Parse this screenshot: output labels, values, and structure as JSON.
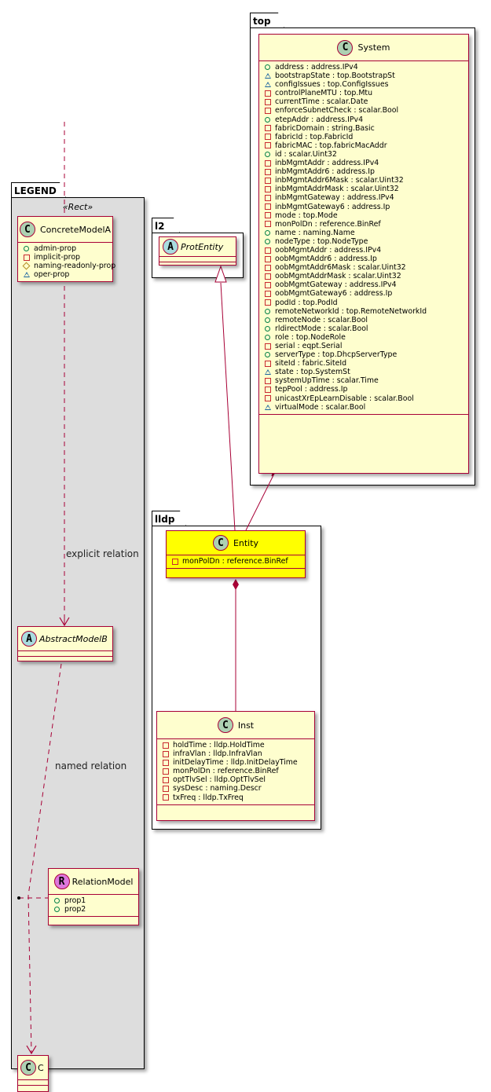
{
  "packages": {
    "top": {
      "name": "top"
    },
    "legend": {
      "name": "LEGEND",
      "stereotype": "«Rect»"
    },
    "l2": {
      "name": "l2"
    },
    "lldp": {
      "name": "lldp"
    }
  },
  "classes": {
    "system": {
      "badge": "C",
      "name": "System",
      "attributes": [
        {
          "vis": "pub",
          "text": "address : address.IPv4"
        },
        {
          "vis": "pkgv",
          "text": "bootstrapState : top.BootstrapSt"
        },
        {
          "vis": "pkgv",
          "text": "configIssues : top.ConfigIssues"
        },
        {
          "vis": "priv",
          "text": "controlPlaneMTU : top.Mtu"
        },
        {
          "vis": "priv",
          "text": "currentTime : scalar.Date"
        },
        {
          "vis": "priv",
          "text": "enforceSubnetCheck : scalar.Bool"
        },
        {
          "vis": "pub",
          "text": "etepAddr : address.IPv4"
        },
        {
          "vis": "priv",
          "text": "fabricDomain : string.Basic"
        },
        {
          "vis": "priv",
          "text": "fabricId : top.FabricId"
        },
        {
          "vis": "priv",
          "text": "fabricMAC : top.fabricMacAddr"
        },
        {
          "vis": "pub",
          "text": "id : scalar.Uint32"
        },
        {
          "vis": "priv",
          "text": "inbMgmtAddr : address.IPv4"
        },
        {
          "vis": "priv",
          "text": "inbMgmtAddr6 : address.Ip"
        },
        {
          "vis": "priv",
          "text": "inbMgmtAddr6Mask : scalar.Uint32"
        },
        {
          "vis": "priv",
          "text": "inbMgmtAddrMask : scalar.Uint32"
        },
        {
          "vis": "priv",
          "text": "inbMgmtGateway : address.IPv4"
        },
        {
          "vis": "priv",
          "text": "inbMgmtGateway6 : address.Ip"
        },
        {
          "vis": "priv",
          "text": "mode : top.Mode"
        },
        {
          "vis": "priv",
          "text": "monPolDn : reference.BinRef"
        },
        {
          "vis": "pub",
          "text": "name : naming.Name"
        },
        {
          "vis": "pub",
          "text": "nodeType : top.NodeType"
        },
        {
          "vis": "priv",
          "text": "oobMgmtAddr : address.IPv4"
        },
        {
          "vis": "priv",
          "text": "oobMgmtAddr6 : address.Ip"
        },
        {
          "vis": "priv",
          "text": "oobMgmtAddr6Mask : scalar.Uint32"
        },
        {
          "vis": "priv",
          "text": "oobMgmtAddrMask : scalar.Uint32"
        },
        {
          "vis": "priv",
          "text": "oobMgmtGateway : address.IPv4"
        },
        {
          "vis": "priv",
          "text": "oobMgmtGateway6 : address.Ip"
        },
        {
          "vis": "priv",
          "text": "podId : top.PodId"
        },
        {
          "vis": "pub",
          "text": "remoteNetworkId : top.RemoteNetworkId"
        },
        {
          "vis": "pub",
          "text": "remoteNode : scalar.Bool"
        },
        {
          "vis": "pub",
          "text": "rldirectMode : scalar.Bool"
        },
        {
          "vis": "pub",
          "text": "role : top.NodeRole"
        },
        {
          "vis": "priv",
          "text": "serial : eqpt.Serial"
        },
        {
          "vis": "pub",
          "text": "serverType : top.DhcpServerType"
        },
        {
          "vis": "priv",
          "text": "siteId : fabric.SiteId"
        },
        {
          "vis": "pkgv",
          "text": "state : top.SystemSt"
        },
        {
          "vis": "priv",
          "text": "systemUpTime : scalar.Time"
        },
        {
          "vis": "priv",
          "text": "tepPool : address.Ip"
        },
        {
          "vis": "priv",
          "text": "unicastXrEpLearnDisable : scalar.Bool"
        },
        {
          "vis": "pkgv",
          "text": "virtualMode : scalar.Bool"
        }
      ]
    },
    "concreteModelA": {
      "badge": "C",
      "name": "ConcreteModelA",
      "attributes": [
        {
          "vis": "pub",
          "text": "admin-prop"
        },
        {
          "vis": "priv",
          "text": "implicit-prop"
        },
        {
          "vis": "prot",
          "text": "naming-readonly-prop"
        },
        {
          "vis": "pkgv",
          "text": "oper-prop"
        }
      ]
    },
    "protEntity": {
      "badge": "A",
      "name": "ProtEntity"
    },
    "entity": {
      "badge": "C",
      "name": "Entity",
      "attributes": [
        {
          "vis": "priv",
          "text": "monPolDn : reference.BinRef"
        }
      ]
    },
    "abstractModelB": {
      "badge": "A",
      "name": "AbstractModelB"
    },
    "inst": {
      "badge": "C",
      "name": "Inst",
      "attributes": [
        {
          "vis": "priv",
          "text": "holdTime : lldp.HoldTime"
        },
        {
          "vis": "priv",
          "text": "infraVlan : lldp.InfraVlan"
        },
        {
          "vis": "priv",
          "text": "initDelayTime : lldp.InitDelayTime"
        },
        {
          "vis": "priv",
          "text": "monPolDn : reference.BinRef"
        },
        {
          "vis": "priv",
          "text": "optTlvSel : lldp.OptTlvSel"
        },
        {
          "vis": "priv",
          "text": "sysDesc : naming.Descr"
        },
        {
          "vis": "priv",
          "text": "txFreq : lldp.TxFreq"
        }
      ]
    },
    "relationModel": {
      "badge": "R",
      "name": "RelationModel",
      "attributes": [
        {
          "vis": "pub",
          "text": "prop1"
        },
        {
          "vis": "pub",
          "text": "prop2"
        }
      ]
    },
    "c": {
      "badge": "C",
      "name": "C"
    }
  },
  "relations": {
    "explicit": {
      "label": "explicit relation"
    },
    "named": {
      "label": "named relation"
    }
  },
  "colors": {
    "border": "#a80036",
    "class_fill": "#fefece",
    "highlight_fill": "#ffff00",
    "legend_fill": "#dddddd",
    "edge": "#a80036"
  }
}
